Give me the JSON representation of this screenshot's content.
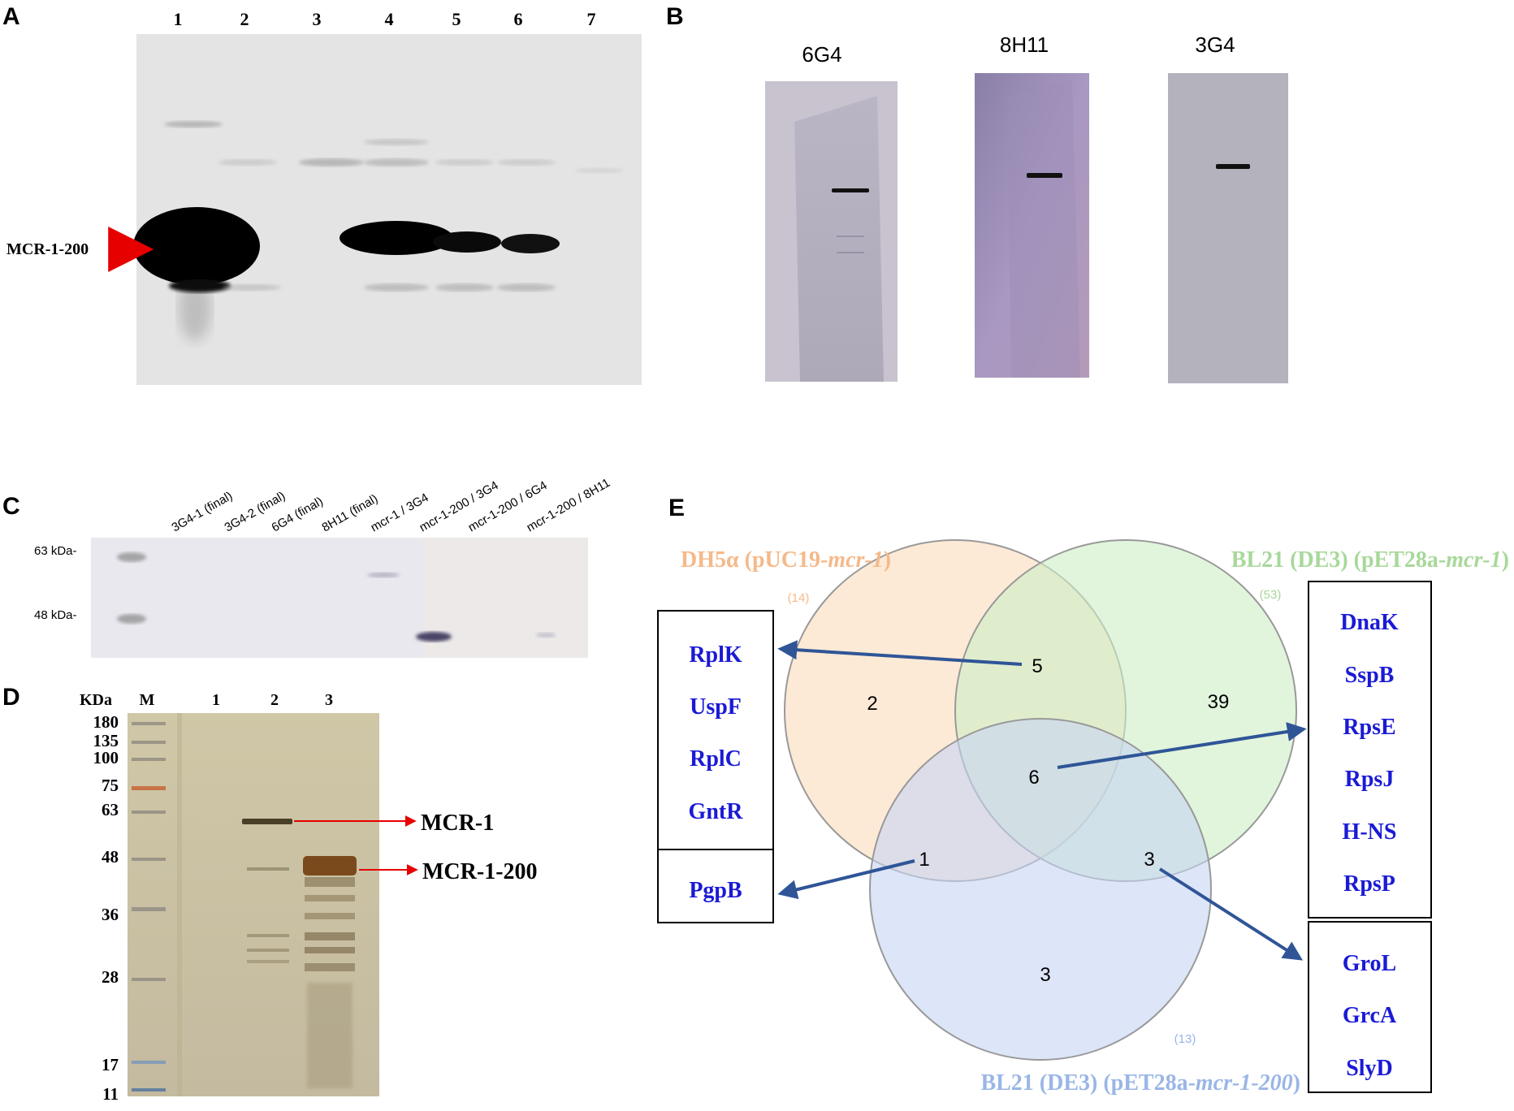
{
  "panel_labels": {
    "a": "A",
    "b": "B",
    "c": "C",
    "d": "D",
    "e": "E"
  },
  "panel_a": {
    "lanes": [
      "1",
      "2",
      "3",
      "4",
      "5",
      "6",
      "7"
    ],
    "arrow_label": "MCR-1-200"
  },
  "panel_b": {
    "strips": [
      "6G4",
      "8H11",
      "3G4"
    ]
  },
  "panel_c": {
    "lanes": [
      "3G4-1 (final)",
      "3G4-2 (final)",
      "6G4 (final)",
      "8H11 (final)",
      "mcr-1 / 3G4",
      "mcr-1-200 / 3G4",
      "mcr-1-200 / 6G4",
      "mcr-1-200 / 8H11"
    ],
    "markers": [
      "63 kDa-",
      "48 kDa-"
    ]
  },
  "panel_d": {
    "unit": "KDa",
    "lanes": [
      "M",
      "1",
      "2",
      "3"
    ],
    "markers": [
      "180",
      "135",
      "100",
      "75",
      "63",
      "48",
      "36",
      "28",
      "17",
      "11"
    ],
    "band_labels": [
      "MCR-1",
      "MCR-1-200"
    ]
  },
  "panel_e": {
    "sets": [
      {
        "prefix": "DH5α (pUC19-",
        "italic": "mcr-1",
        "suffix": ")",
        "count": "(14)",
        "color": "#f5b98a"
      },
      {
        "prefix": "BL21 (DE3) (pET28a-",
        "italic": "mcr-1",
        "suffix": ")",
        "count": "(53)",
        "color": "#a8d89a"
      },
      {
        "prefix": "BL21 (DE3) (pET28a-",
        "italic": "mcr-1-200",
        "suffix": ")",
        "count": "(13)",
        "color": "#9ab6e6"
      }
    ],
    "regions": {
      "only_a": "2",
      "only_b": "39",
      "only_c": "3",
      "ab": "5",
      "abc": "6",
      "ac": "1",
      "bc": "3"
    },
    "box_ab": [
      "RplK",
      "UspF",
      "RplC",
      "GntR"
    ],
    "box_ac": [
      "PgpB"
    ],
    "box_abc": [
      "DnaK",
      "SspB",
      "RpsE",
      "RpsJ",
      "H-NS",
      "RpsP"
    ],
    "box_bc": [
      "GroL",
      "GrcA",
      "SlyD"
    ],
    "protein_color": "#1a1ad6",
    "arrow_color": "#2f5597"
  }
}
